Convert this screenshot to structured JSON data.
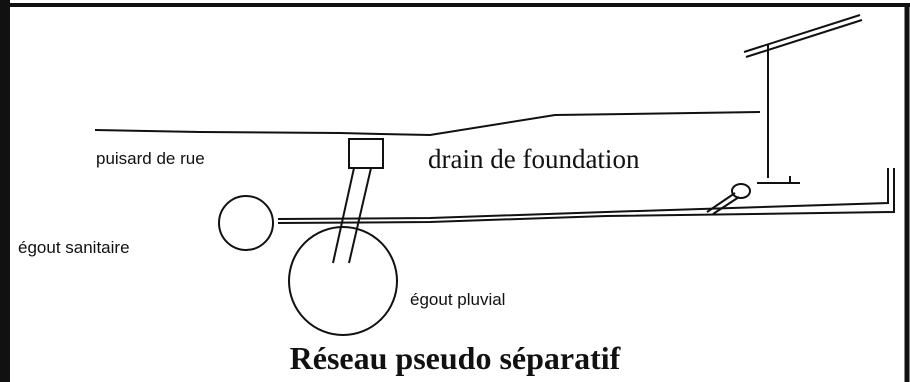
{
  "diagram": {
    "labels": {
      "puisard": "puisard de rue",
      "egout_sanitaire": "égout sanitaire",
      "egout_pluvial": "égout pluvial",
      "drain": "drain de foundation"
    },
    "title": "Réseau pseudo séparatif"
  },
  "colors": {
    "ink": "#111111",
    "background": "#ffffff"
  }
}
